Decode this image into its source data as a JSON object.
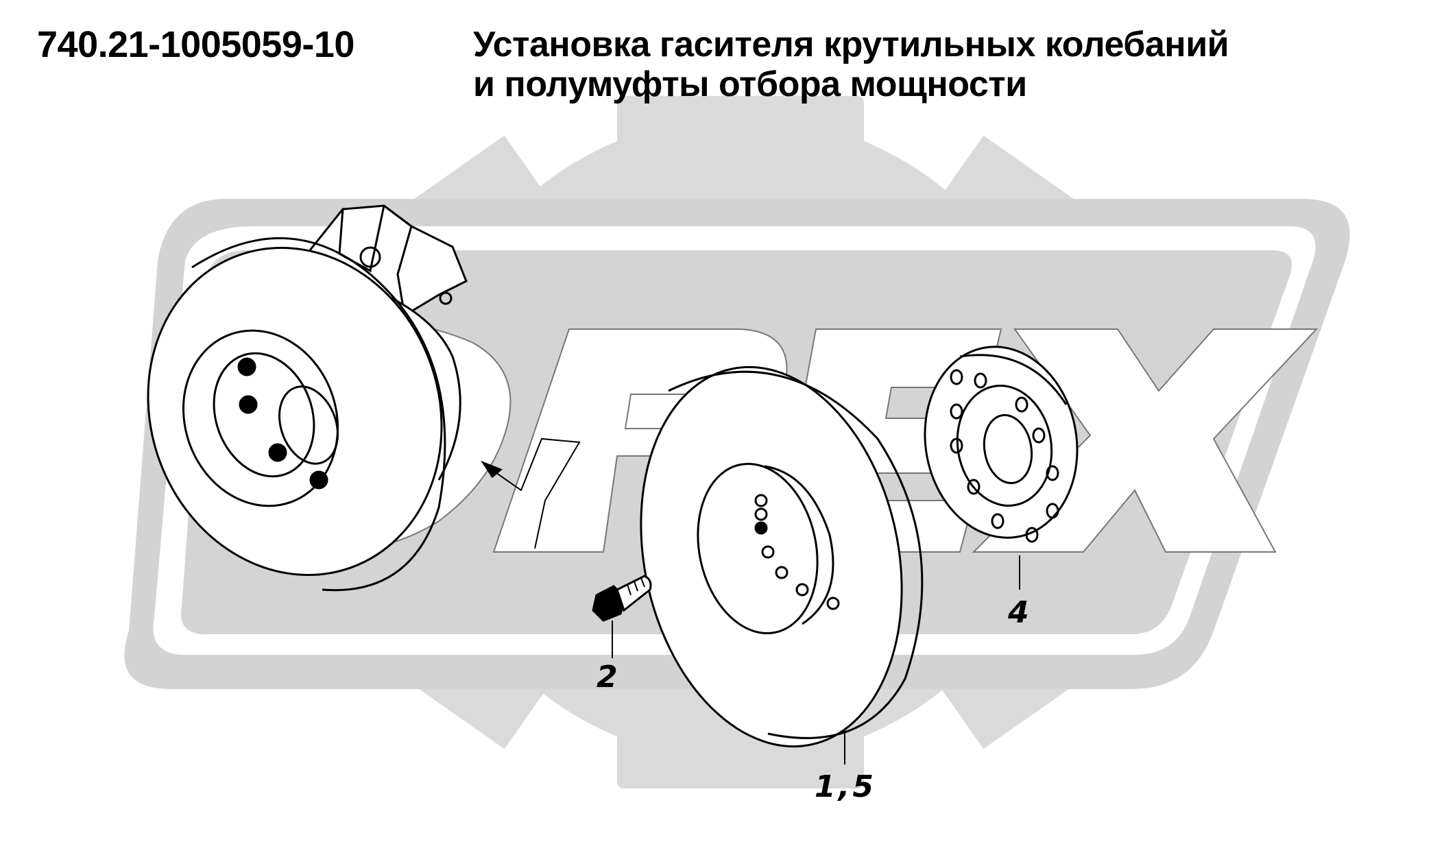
{
  "header": {
    "part_number": "740.21-1005059-10",
    "title_line1": "Установка гасителя крутильных колебаний",
    "title_line2": "и полумуфты отбора мощности"
  },
  "callouts": {
    "item_2": "2",
    "item_1_5": "1,5",
    "item_4": "4"
  },
  "watermark": {
    "letters": "PEX",
    "color": "#d9d9d9"
  }
}
